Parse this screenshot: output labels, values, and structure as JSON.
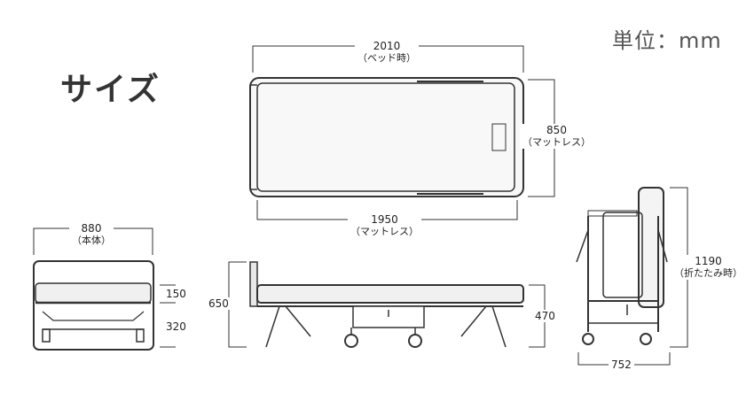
{
  "header": {
    "title": "サイズ",
    "unit_label": "単位：mm"
  },
  "dimensions": {
    "bed_length": {
      "value": "2010",
      "note": "（ベッド時）"
    },
    "mattress_width": {
      "value": "850",
      "note": "（マットレス）"
    },
    "mattress_length": {
      "value": "1950",
      "note": "（マットレス）"
    },
    "body_width": {
      "value": "880",
      "note": "（本体）"
    },
    "mattress_thickness": {
      "value": "150"
    },
    "frame_height": {
      "value": "320"
    },
    "total_height": {
      "value": "650"
    },
    "bed_surface_height": {
      "value": "470"
    },
    "folded_height": {
      "value": "1190",
      "note": "（折たたみ時）"
    },
    "folded_depth": {
      "value": "752"
    }
  },
  "colors": {
    "line": "#333333",
    "fill_light": "#f0f0f0",
    "fill_dark": "#d8d8d8"
  }
}
